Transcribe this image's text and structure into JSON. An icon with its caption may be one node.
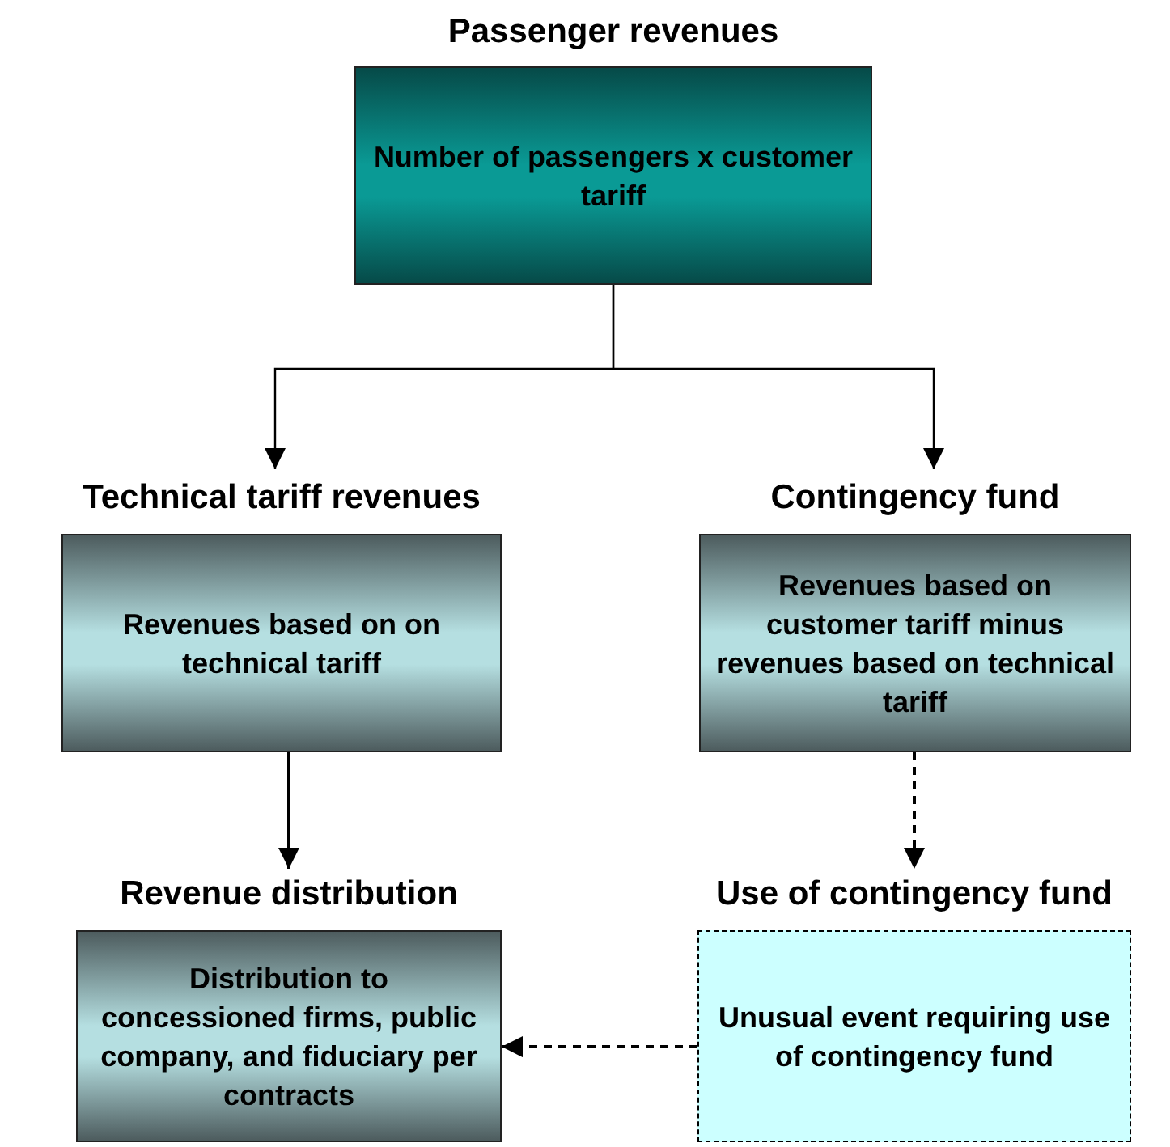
{
  "diagram": {
    "nodes": [
      {
        "text": [
          "Passenger revenues",
          "Number of passengers x customer tariff"
        ]
      },
      {
        "text": [
          "Technical tariff revenues",
          "Revenues based on on technical tariff"
        ]
      },
      {
        "text": [
          "Contingency fund",
          "Revenues based on customer tariff minus revenues based on technical tariff"
        ]
      },
      {
        "text": [
          "Revenue distribution",
          "Distribution to concessioned firms, public company, and fiduciary per contracts"
        ]
      },
      {
        "text": [
          "Use of contingency fund",
          "Unusual event requiring use of contingency fund"
        ]
      }
    ],
    "edges": [
      {
        "from": 0,
        "to": 1,
        "arrow": "to"
      },
      {
        "from": 0,
        "to": 2,
        "arrow": "to"
      },
      {
        "from": 1,
        "to": 3,
        "arrow": "to"
      },
      {
        "from": 2,
        "to": 4,
        "arrow": "to",
        "style": "dashed"
      },
      {
        "from": 4,
        "to": 3,
        "arrow": "to",
        "style": "dashed"
      }
    ]
  }
}
